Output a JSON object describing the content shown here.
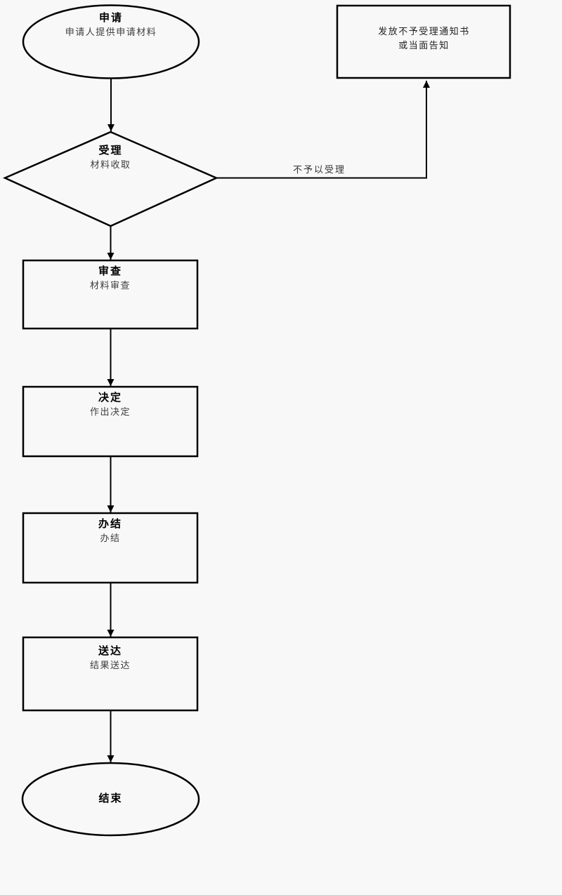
{
  "page": {
    "background_color": "#f8f8f8",
    "line_color": "#000000",
    "title_color": "#000000",
    "subtitle_color": "#3d3d3d"
  },
  "nodes": {
    "apply": {
      "shape": "ellipse",
      "title": "申请",
      "subtitle": "申请人提供申请材料"
    },
    "notice": {
      "shape": "rectangle",
      "line1": "发放不予受理通知书",
      "line2": "或当面告知"
    },
    "accept": {
      "shape": "diamond",
      "title": "受理",
      "subtitle": "材料收取"
    },
    "review": {
      "shape": "rectangle",
      "title": "审查",
      "subtitle": "材料审查"
    },
    "decision": {
      "shape": "rectangle",
      "title": "决定",
      "subtitle": "作出决定"
    },
    "complete": {
      "shape": "rectangle",
      "title": "办结",
      "subtitle": "办结"
    },
    "deliver": {
      "shape": "rectangle",
      "title": "送达",
      "subtitle": "结果送达"
    },
    "end": {
      "shape": "ellipse",
      "title": "结束"
    }
  },
  "edges": {
    "reject_label": "不予以受理"
  }
}
